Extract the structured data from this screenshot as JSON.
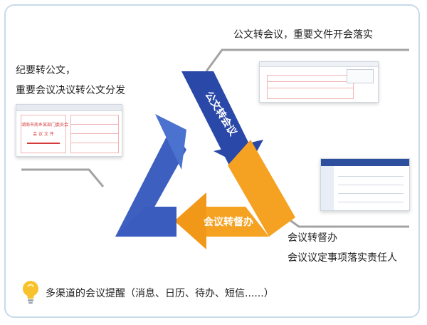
{
  "cycle": {
    "arrow_top_right": "公文转会议",
    "arrow_bottom": "会议转督办",
    "arrow_left": "纪要转公文",
    "colors": {
      "blue_dark": "#2a48a8",
      "blue_light": "#4b72cf",
      "orange": "#f5a223",
      "orange_dark": "#e8861a"
    }
  },
  "captions": {
    "top_right": "公文转会议，重要文件开会落实",
    "left_line1": "纪要转公文，",
    "left_line2": "重要会议决议转公文分发",
    "bottom_right_line1": "会议转督办",
    "bottom_right_line2": "会议议定事项落实责任人"
  },
  "thumbnails": {
    "left_doc_line1": "湖南市南乡某部门委员会",
    "left_doc_line2": "会 议 文 件"
  },
  "footer": {
    "icon": "lightbulb-icon",
    "text": "多渠道的会议提醒（消息、日历、待办、短信......）"
  }
}
